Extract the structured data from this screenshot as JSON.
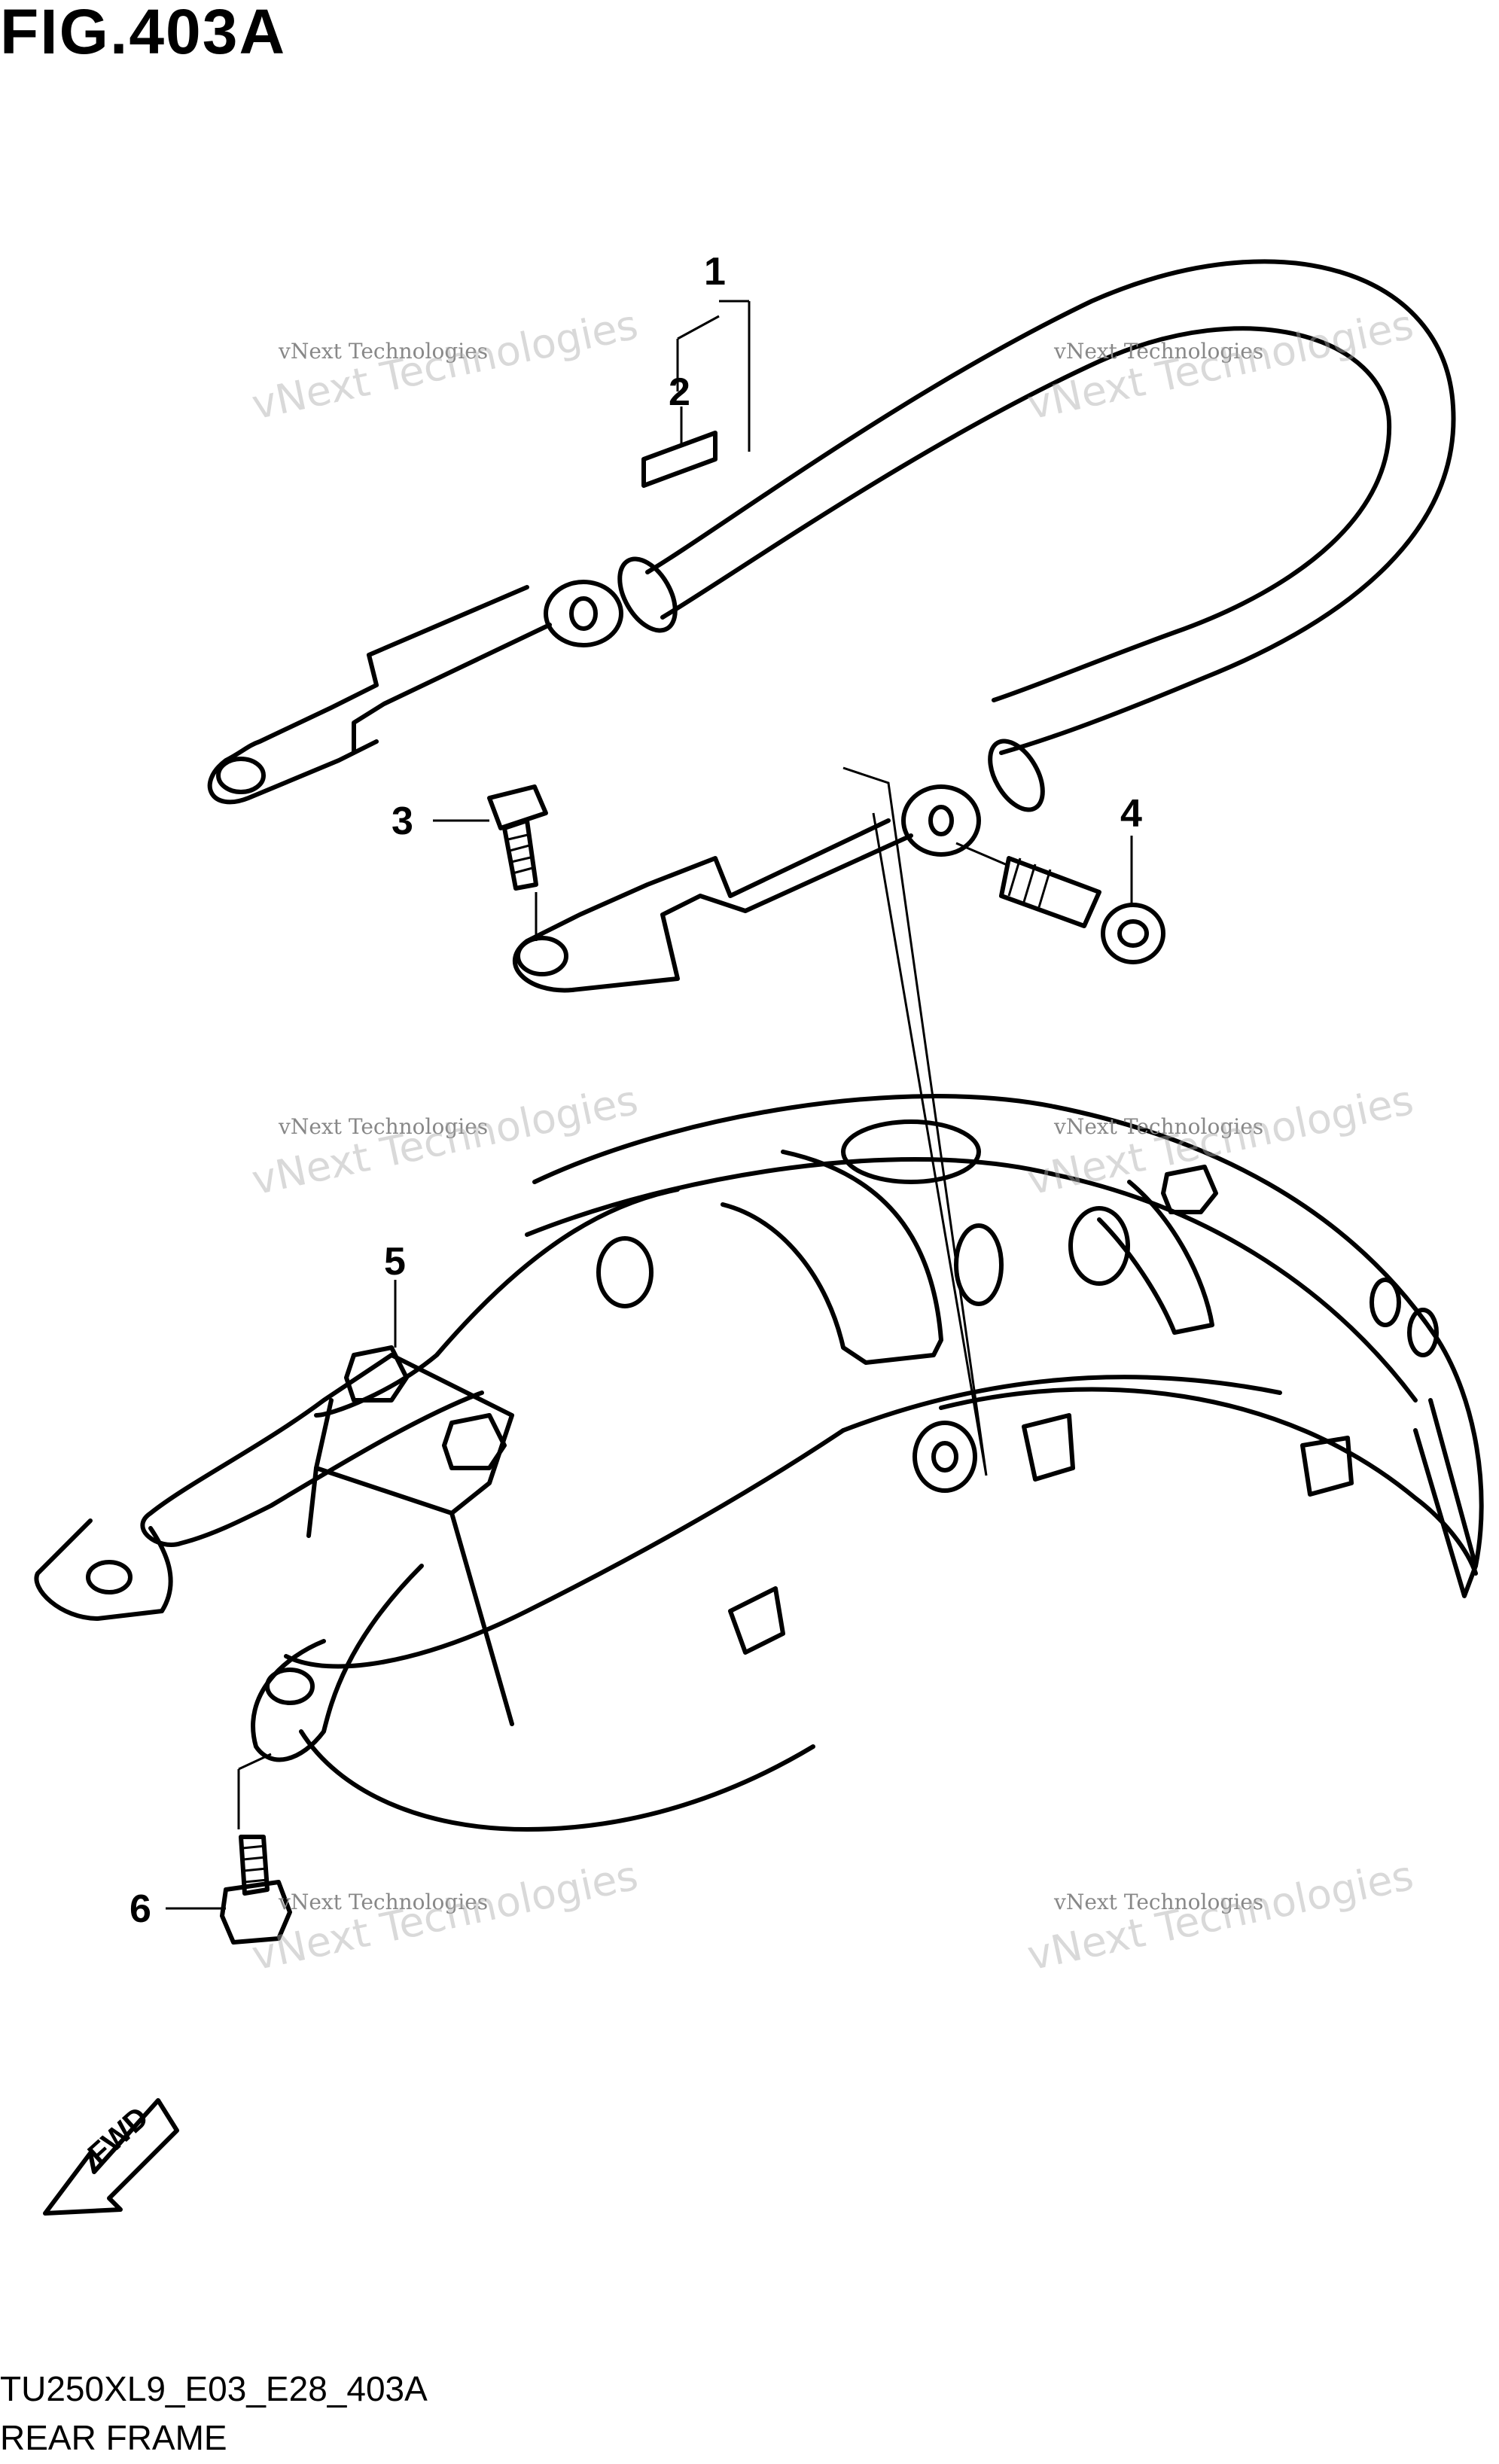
{
  "figure": {
    "title": "FIG.403A",
    "model_code": "TU250XL9_E03_E28_403A",
    "section_name": "REAR FRAME"
  },
  "callouts": [
    {
      "id": "1",
      "label": "1"
    },
    {
      "id": "2",
      "label": "2"
    },
    {
      "id": "3",
      "label": "3"
    },
    {
      "id": "4",
      "label": "4"
    },
    {
      "id": "5",
      "label": "5"
    },
    {
      "id": "6",
      "label": "6"
    }
  ],
  "fwd_label": "FWD",
  "watermark": {
    "line1": "vNext Technologies",
    "line2": "vNext Technologies"
  }
}
